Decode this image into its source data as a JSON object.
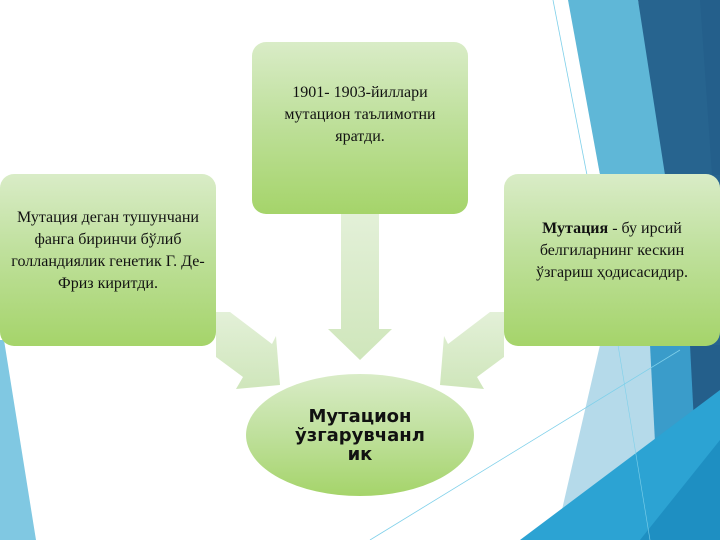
{
  "slide": {
    "center": {
      "label": "Мутацион ўзгарувчанлик",
      "display_lines": [
        "Мутацион",
        "ўзгарувчанл",
        "ик"
      ]
    },
    "top_box": {
      "text": "1901- 1903-йиллари мутацион таълимотни яратди."
    },
    "left_box": {
      "text": "Мутация деган тушунчани фанга биринчи бўлиб голландиялик генетик Г. Де-Фриз киритди."
    },
    "right_box": {
      "bold": "Мутация",
      "text": " - бу ирсий белгиларнинг кескин ўзгариш ҳодисасидир."
    }
  },
  "colors": {
    "box_light": "#d9ecc7",
    "box_dark": "#a5d46a",
    "arrow": "#d6ebc4",
    "accent_light_blue": "#5fb6d6",
    "accent_dark_blue": "#28618f",
    "accent_blue": "#1e94c8"
  }
}
